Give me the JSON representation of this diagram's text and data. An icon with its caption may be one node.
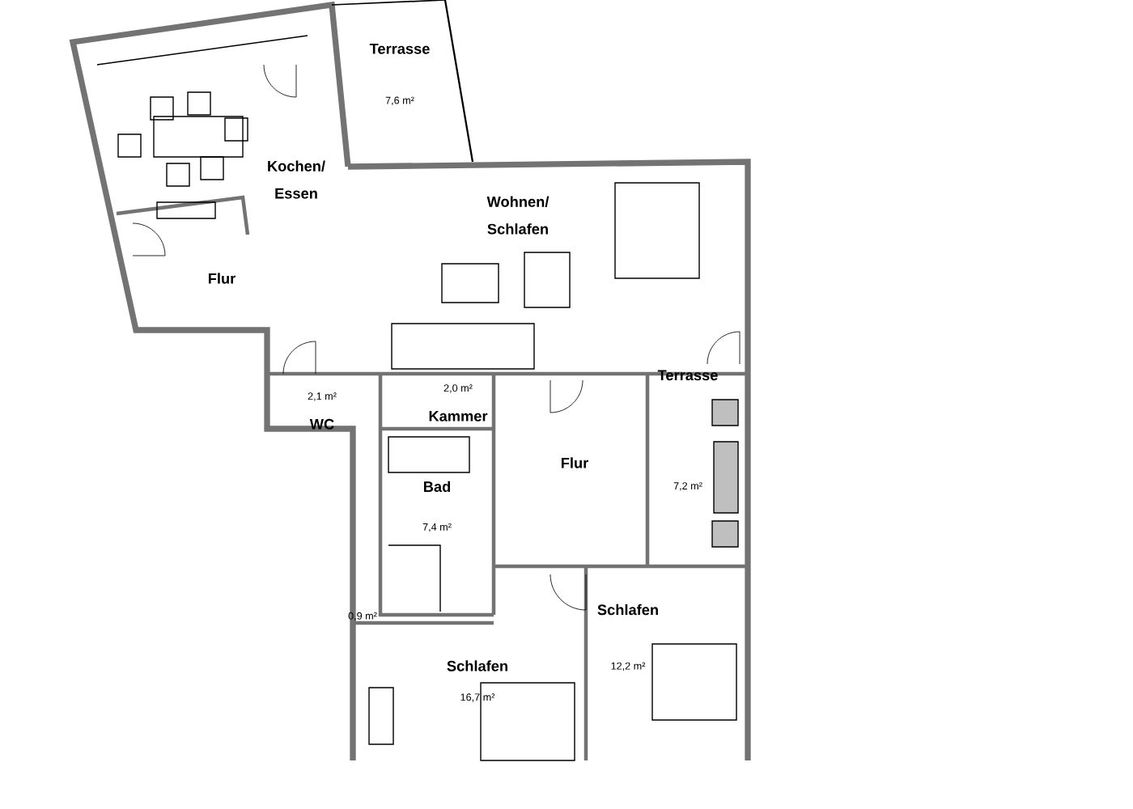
{
  "diagram": {
    "nodes": [
      {
        "text": [
          "Terrasse",
          "7,6 m²"
        ]
      },
      {
        "text": [
          "Kochen/ Essen"
        ]
      },
      {
        "text": [
          "Flur"
        ]
      },
      {
        "text": [
          "Wohnen/ Schlafen"
        ]
      },
      {
        "text": [
          "2,1 m²",
          "WC"
        ]
      },
      {
        "text": [
          "2,0 m²",
          "Kammer"
        ]
      },
      {
        "text": [
          "Bad",
          "7,4 m²"
        ]
      },
      {
        "text": [
          "Flur"
        ]
      },
      {
        "text": [
          "Terrasse",
          "7,2 m²"
        ]
      },
      {
        "text": [
          "Schlafen",
          "16,7 m²"
        ]
      },
      {
        "text": [
          "Schlafen",
          "12,2 m²"
        ]
      }
    ],
    "labels": [
      "0,9 m²"
    ]
  }
}
